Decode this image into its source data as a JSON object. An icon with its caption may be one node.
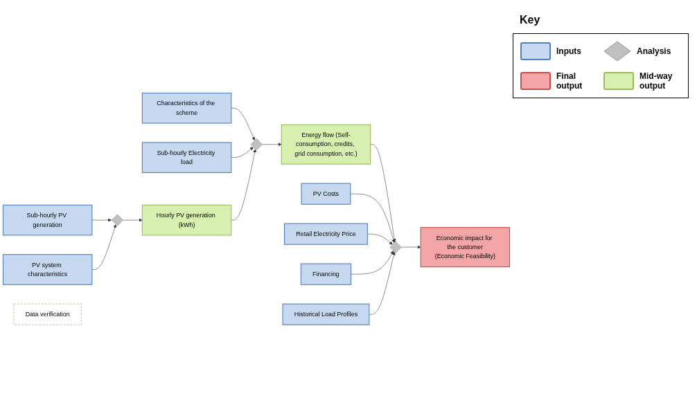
{
  "diagram": {
    "nodes": [
      {
        "text": [
          "Characteristics of the scheme"
        ]
      },
      {
        "text": [
          "Sub-hourly Electricity load"
        ]
      },
      {
        "text": [
          "Sub-hourly PV generation"
        ]
      },
      {
        "text": [
          "PV system characteristics"
        ]
      },
      {
        "text": [
          "PV Costs"
        ]
      },
      {
        "text": [
          "Retail Electricity Price"
        ]
      },
      {
        "text": [
          "Financing"
        ]
      },
      {
        "text": [
          "Historical Load Profiles"
        ]
      },
      {
        "text": [],
        "shape": "diamond"
      },
      {
        "text": [],
        "shape": "diamond"
      },
      {
        "text": [
          "Hourly PV generation (kWh)"
        ]
      },
      {
        "text": [
          "Energy flow (Self-consumption, credits, grid consumption, etc.)"
        ]
      },
      {
        "text": [],
        "shape": "diamond"
      },
      {
        "text": [
          "Economic impact for the customer",
          "(Economic Feasibility)"
        ]
      },
      {
        "text": [
          "Data verification"
        ]
      }
    ],
    "edges": [
      {
        "from": 0,
        "to": 8,
        "arrow": "to"
      },
      {
        "from": 1,
        "to": 8,
        "arrow": "to"
      },
      {
        "from": 2,
        "to": 9,
        "arrow": "to"
      },
      {
        "from": 3,
        "to": 9,
        "arrow": "to"
      },
      {
        "from": 9,
        "to": 10,
        "arrow": "to"
      },
      {
        "from": 10,
        "to": 8,
        "arrow": "to"
      },
      {
        "from": 8,
        "to": 11,
        "arrow": "to"
      },
      {
        "from": 11,
        "to": 12,
        "arrow": "to"
      },
      {
        "from": 4,
        "to": 12,
        "arrow": "to"
      },
      {
        "from": 5,
        "to": 12,
        "arrow": "to"
      },
      {
        "from": 6,
        "to": 12,
        "arrow": "to"
      },
      {
        "from": 7,
        "to": 12,
        "arrow": "to"
      },
      {
        "from": 12,
        "to": 13,
        "arrow": "to"
      }
    ],
    "labels": [
      "Key"
    ],
    "legend": [
      {
        "text": "Inputs",
        "color": "#c6d9f1"
      },
      {
        "text": "Analysis"
      },
      {
        "text": "Final output",
        "color": "#f4a6a6"
      },
      {
        "text": "Mid-way output",
        "color": "#d7f0b0"
      }
    ]
  }
}
